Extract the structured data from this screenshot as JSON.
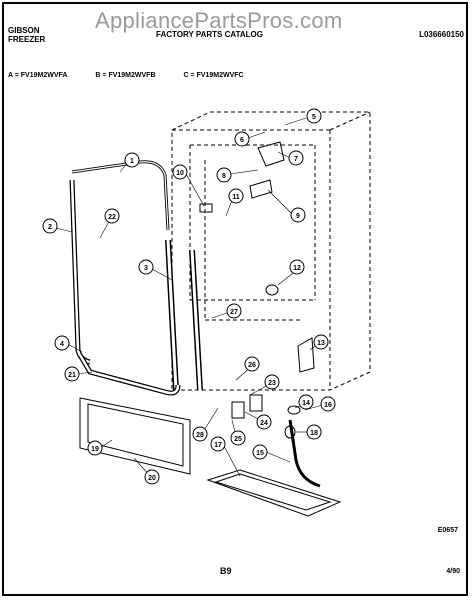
{
  "watermark": "AppliancePartsPros.com",
  "header": {
    "brand_line1": "GIBSON",
    "brand_line2": "FREEZER",
    "catalog_title": "FACTORY PARTS CATALOG",
    "catalog_number": "L036660150"
  },
  "models": [
    "A = FV19M2WVFA",
    "B = FV19M2WVFB",
    "C = FV19M2WVFC"
  ],
  "callouts": [
    "1",
    "2",
    "3",
    "4",
    "5",
    "6",
    "7",
    "8",
    "9",
    "10",
    "11",
    "12",
    "13",
    "14",
    "15",
    "16",
    "17",
    "18",
    "19",
    "20",
    "21",
    "22",
    "23",
    "24",
    "25",
    "26",
    "27",
    "28"
  ],
  "footer": {
    "drawing_number": "E0657",
    "page_number": "B9",
    "date": "4/90"
  }
}
